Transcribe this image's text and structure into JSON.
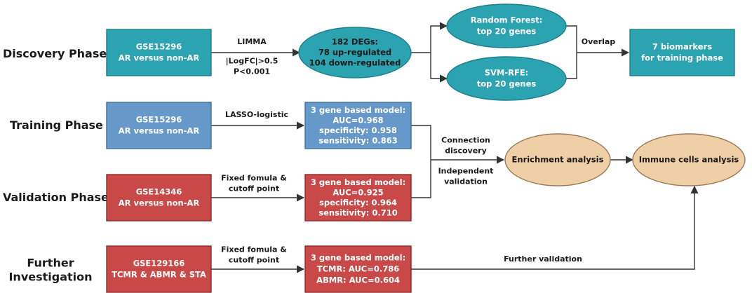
{
  "colors": {
    "teal": "#2ba3b0",
    "teal_border": "#1e7f8a",
    "blue": "#6699c9",
    "blue_border": "#3f6f9a",
    "red": "#c94848",
    "red_border": "#8e2a2a",
    "tan": "#efcfa6",
    "tan_border": "#9a7a56",
    "edge": "#333333"
  },
  "phases": {
    "discovery": "Discovery Phase",
    "training": "Training Phase",
    "validation": "Validation Phase",
    "further": [
      "Further",
      "Investigation"
    ]
  },
  "nodes": {
    "gse15296_disc": {
      "lines": [
        "GSE15296",
        "AR versus non-AR"
      ]
    },
    "degs": {
      "lines": [
        "182 DEGs:",
        "78 up-regulated",
        "104 down-regulated"
      ]
    },
    "random_forest": {
      "lines": [
        "Random Forest:",
        "top 20 genes"
      ]
    },
    "svm_rfe": {
      "lines": [
        "SVM-RFE:",
        "top 20 genes"
      ]
    },
    "biomarkers": {
      "lines": [
        "7 biomarkers",
        "for training phase"
      ]
    },
    "gse15296_train": {
      "lines": [
        "GSE15296",
        "AR versus non-AR"
      ]
    },
    "train_model": {
      "lines": [
        "3 gene based model:",
        "AUC=0.968",
        "specificity: 0.958",
        "sensitivity: 0.863"
      ]
    },
    "gse14346": {
      "lines": [
        "GSE14346",
        "AR versus non-AR"
      ]
    },
    "valid_model": {
      "lines": [
        "3 gene based model:",
        "AUC=0.925",
        "specificity: 0.964",
        "sensitivity: 0.710"
      ]
    },
    "gse129166": {
      "lines": [
        "GSE129166",
        "TCMR & ABMR & STA"
      ]
    },
    "further_model": {
      "lines": [
        "3 gene based model:",
        "TCMR: AUC=0.786",
        "ABMR: AUC=0.604"
      ]
    },
    "enrichment": {
      "lines": [
        "Enrichment analysis"
      ]
    },
    "immune": {
      "lines": [
        "Immune cells analysis"
      ]
    }
  },
  "edge_labels": {
    "limma": [
      "LIMMA"
    ],
    "logfc": [
      "|LogFC|>0.5",
      "P<0.001"
    ],
    "overlap": [
      "Overlap"
    ],
    "lasso": [
      "LASSO-logistic"
    ],
    "fixed_valid": [
      "Fixed fomula &",
      "cutoff point"
    ],
    "fixed_further": [
      "Fixed fomula &",
      "cutoff point"
    ],
    "connection": [
      "Connection",
      "discovery"
    ],
    "independent": [
      "Independent",
      "validation"
    ],
    "further_validation": [
      "Further validation"
    ]
  }
}
